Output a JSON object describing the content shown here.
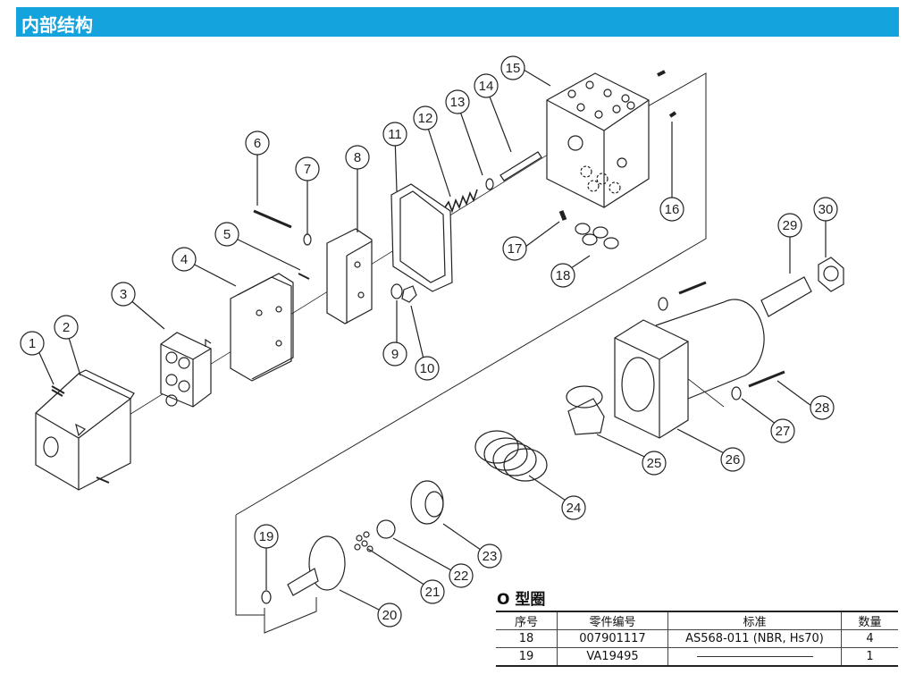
{
  "header": {
    "title": "内部结构",
    "color": "#14a3dc"
  },
  "callouts": [
    "1",
    "2",
    "3",
    "4",
    "5",
    "6",
    "7",
    "8",
    "9",
    "10",
    "11",
    "12",
    "13",
    "14",
    "15",
    "16",
    "17",
    "18",
    "19",
    "20",
    "21",
    "22",
    "23",
    "24",
    "25",
    "26",
    "27",
    "28",
    "29",
    "30"
  ],
  "oring": {
    "title": "O 型圈",
    "columns": [
      "序号",
      "零件编号",
      "标准",
      "数量"
    ],
    "rows": [
      {
        "no": "18",
        "part": "007901117",
        "standard": "AS568-011 (NBR, Hs70)",
        "qty": "4"
      },
      {
        "no": "19",
        "part": "VA19495",
        "standard": "",
        "qty": "1"
      }
    ]
  }
}
